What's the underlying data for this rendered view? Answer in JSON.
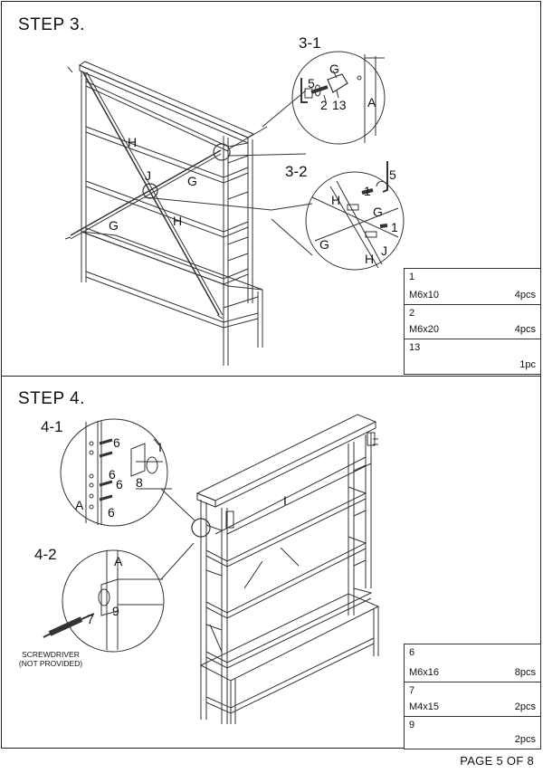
{
  "step3": {
    "title": "STEP 3.",
    "sub1": "3-1",
    "sub2": "3-2",
    "labels": {
      "H": "H",
      "G": "G",
      "J": "J",
      "A": "A",
      "n5": "5",
      "n2": "2",
      "n13": "13",
      "n1": "1"
    },
    "parts": [
      {
        "num": "1",
        "spec": "M6x10",
        "qty": "4pcs",
        "icon": "short-bolt-icon"
      },
      {
        "num": "2",
        "spec": "M6x20",
        "qty": "4pcs",
        "icon": "long-bolt-icon"
      },
      {
        "num": "13",
        "spec": "",
        "qty": "1pc",
        "icon": "bracket-hook-icon"
      }
    ]
  },
  "step4": {
    "title": "STEP 4.",
    "sub1": "4-1",
    "sub2": "4-2",
    "labels": {
      "I": "I",
      "A": "A",
      "n6": "6",
      "n7": "7",
      "n8": "8",
      "n9": "9"
    },
    "screwdriver_note_line1": "SCREWDRIVER",
    "screwdriver_note_line2": "(NOT PROVIDED)",
    "parts": [
      {
        "num": "6",
        "spec": "M6x16",
        "qty": "8pcs",
        "icon": "hex-bolt-icon"
      },
      {
        "num": "7",
        "spec": "M4x15",
        "qty": "2pcs",
        "icon": "phillips-screw-icon"
      },
      {
        "num": "9",
        "spec": "",
        "qty": "2pcs",
        "icon": "wall-clip-icon"
      }
    ]
  },
  "footer": {
    "page": "PAGE 5 OF 8"
  }
}
